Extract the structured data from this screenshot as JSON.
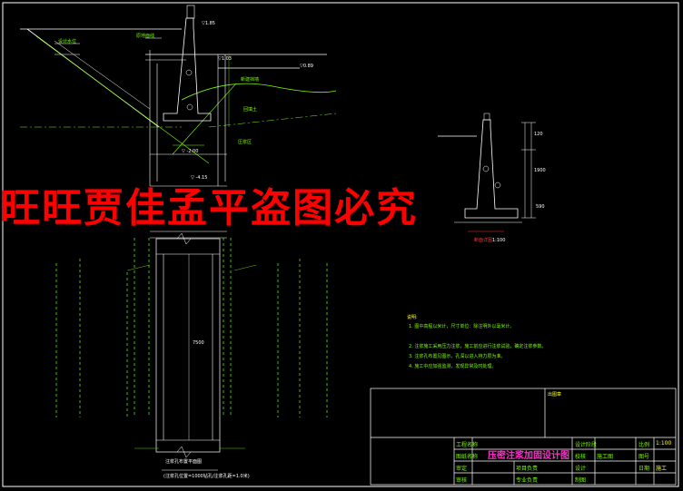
{
  "watermark": "旺旺贾佳孟平盗图必究",
  "main_section": {
    "level_labels": [
      "▽1.85",
      "▽1.03",
      "▽0.89",
      "▽ -2.00",
      "▽ -4.15"
    ],
    "annotations": [
      "设计水位",
      "原地面线",
      "新建挡墙",
      "回填土",
      "压浆区"
    ]
  },
  "small_section": {
    "title": "断面详图",
    "scale": "1:100",
    "dims": [
      "120",
      "1900",
      "590"
    ]
  },
  "plan": {
    "caption": "注浆孔布置平面图",
    "note": "(注浆孔位置=1000钻孔/注浆孔距=1.0米)",
    "length_dim": "7500"
  },
  "notes": {
    "heading": "说明:",
    "items": [
      "1. 图中高程以米计，尺寸单位：除注明外以毫米计。",
      "2. 注浆施工采用压力注浆，施工前应进行注浆试验，确定注浆参数。",
      "3. 注浆孔布置见图示，孔深以进入持力层为准。",
      "4. 施工中应加强监测，发现异常及时处理。"
    ]
  },
  "title_block": {
    "project_label": "工程名称",
    "drawing_label": "图纸名称",
    "drawing_title": "压密注浆加固设计图",
    "design_stage": "设计阶段",
    "stage_value": "施工图",
    "scale_label": "比例",
    "scale_value": "1:100",
    "sheet_label": "图号",
    "sheet_value": "施工",
    "rows_left": [
      "审定",
      "审核",
      "校核"
    ],
    "rows_mid": [
      "项目负责",
      "专业负责",
      "设计"
    ],
    "rows_right": [
      "制图",
      "日期"
    ],
    "stamp": "出图章"
  }
}
